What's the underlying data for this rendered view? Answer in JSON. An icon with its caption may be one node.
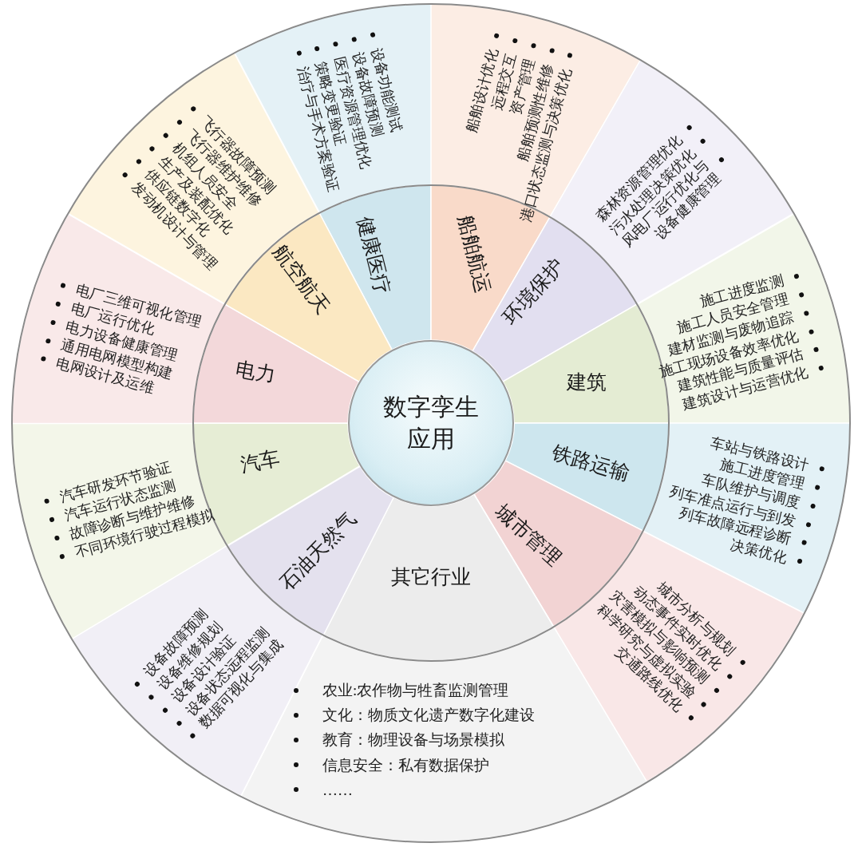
{
  "diagram": {
    "nodes": [
      {
        "text": [
          "数字孪生应用"
        ]
      },
      {
        "text": [
          "健康医疗"
        ]
      },
      {
        "text": [
          "设备功能测试",
          "设备故障预测",
          "医疗资源管理优化",
          "策略变更验证",
          "治疗与手术方案验证"
        ]
      },
      {
        "text": [
          "船舶航运"
        ]
      },
      {
        "text": [
          "船舶设计优化",
          "远程交互",
          "资产管理",
          "船舶预测性维修",
          "港口状态监测与决策优化"
        ]
      },
      {
        "text": [
          "环境保护"
        ]
      },
      {
        "text": [
          "森林资源管理优化",
          "污水处理决策优化",
          "风电厂运行优化与设备健康管理"
        ]
      },
      {
        "text": [
          "建筑"
        ]
      },
      {
        "text": [
          "施工进度监测",
          "施工人员安全管理",
          "建材监测与废物追踪",
          "施工现场设备效率优化",
          "建筑性能与质量评估",
          "建筑设计与运营优化"
        ]
      },
      {
        "text": [
          "铁路运输"
        ]
      },
      {
        "text": [
          "车站与铁路设计",
          "施工进度管理",
          "车队维护与调度",
          "列车准点运行与到发",
          "列车故障远程诊断",
          "决策优化"
        ]
      },
      {
        "text": [
          "城市管理"
        ]
      },
      {
        "text": [
          "城市分析与规划",
          "动态事件实时优化",
          "灾害模拟与影响预测",
          "科学研究与虚拟实验",
          "交通路线优化"
        ]
      },
      {
        "text": [
          "其它行业"
        ]
      },
      {
        "text": [
          "农业:农作物与牲畜监测管理",
          "文化：物质文化遗产数字化建设",
          "教育：物理设备与场景模拟",
          "信息安全：私有数据保护",
          "……"
        ]
      },
      {
        "text": [
          "石油天然气"
        ]
      },
      {
        "text": [
          "设备故障预测",
          "设备维修规划",
          "设备设计验证",
          "设备状态远程监测",
          "数据可视化与集成"
        ]
      },
      {
        "text": [
          "汽车"
        ]
      },
      {
        "text": [
          "汽车研发环节验证",
          "汽车运行状态监测",
          "故障诊断与维护维修",
          "不同环境行驶过程模拟"
        ]
      },
      {
        "text": [
          "电力"
        ]
      },
      {
        "text": [
          "电厂三维可视化管理",
          "电厂运行优化",
          "电力设备健康管理",
          "通用电网模型构建",
          "电网设计及运维"
        ]
      },
      {
        "text": [
          "航空航天"
        ]
      },
      {
        "text": [
          "飞行器故障预测",
          "飞行器维护维修",
          "机组人员安全",
          "生产及装配优化",
          "供应链数字化",
          "发动机设计与管理"
        ]
      }
    ]
  }
}
